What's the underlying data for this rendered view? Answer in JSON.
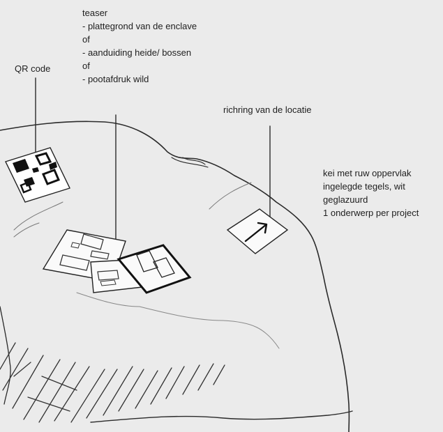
{
  "annotations": {
    "teaser": [
      "teaser",
      "- plattegrond van de enclave",
      "of",
      "- aanduiding heide/ bossen",
      "of",
      "- pootafdruk wild"
    ],
    "qr_code": "QR code",
    "direction": "richring van de locatie",
    "boulder": [
      "kei met ruw oppervlak",
      "ingelegde tegels, wit",
      "geglazuurd",
      "1 onderwerp per project"
    ]
  },
  "colors": {
    "background": "#ebebeb",
    "ink": "#1e1e1e",
    "tile": "#ffffff"
  }
}
